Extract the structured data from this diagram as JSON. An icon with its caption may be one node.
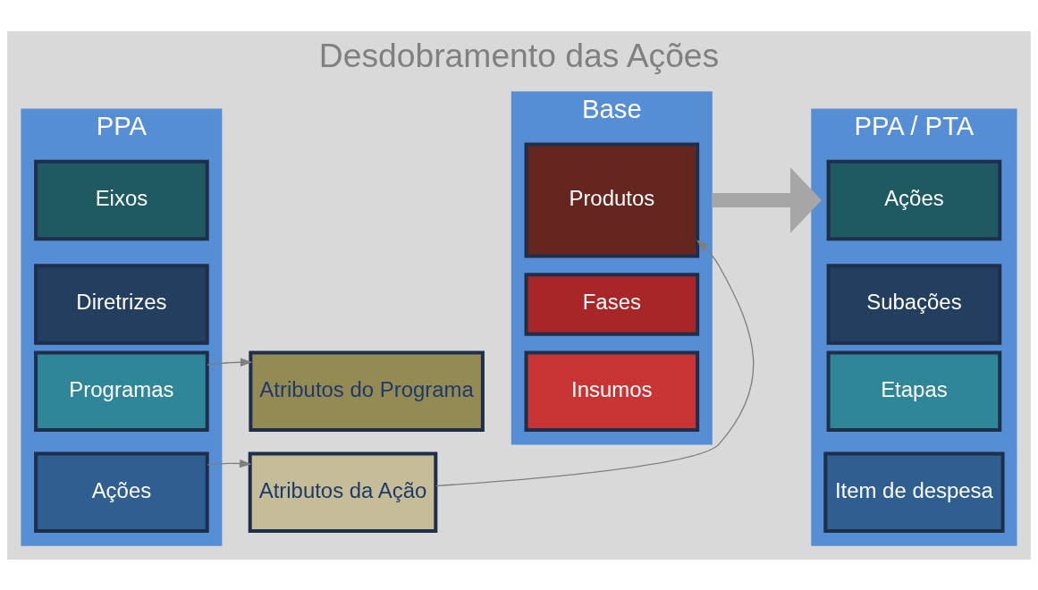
{
  "diagram": {
    "title": "Desdobramento das Ações",
    "nodes": [
      {
        "text": [
          "PPA"
        ]
      },
      {
        "text": [
          "Eixos"
        ],
        "in": 0
      },
      {
        "text": [
          "Diretrizes"
        ],
        "in": 0
      },
      {
        "text": [
          "Programas"
        ],
        "in": 0
      },
      {
        "text": [
          "Ações"
        ],
        "in": 0
      },
      {
        "text": [
          "Atributos do Programa"
        ]
      },
      {
        "text": [
          "Atributos da Ação"
        ]
      },
      {
        "text": [
          "Base"
        ]
      },
      {
        "text": [
          "Produtos"
        ],
        "in": 7
      },
      {
        "text": [
          "Fases"
        ],
        "in": 7
      },
      {
        "text": [
          "Insumos"
        ],
        "in": 7
      },
      {
        "text": [
          "PPA / PTA"
        ]
      },
      {
        "text": [
          "Ações"
        ],
        "in": 11
      },
      {
        "text": [
          "Subações"
        ],
        "in": 11
      },
      {
        "text": [
          "Etapas"
        ],
        "in": 11
      },
      {
        "text": [
          "Item de despesa"
        ],
        "in": 11
      }
    ],
    "edges": [
      {
        "from": 3,
        "to": 5,
        "arrow": "to"
      },
      {
        "from": 4,
        "to": 6,
        "arrow": "to"
      },
      {
        "from": 6,
        "to": 8,
        "arrow": "to"
      },
      {
        "from": 7,
        "to": 11,
        "arrow": "to",
        "style": "thick",
        "color": "#a6a6a6"
      }
    ]
  }
}
